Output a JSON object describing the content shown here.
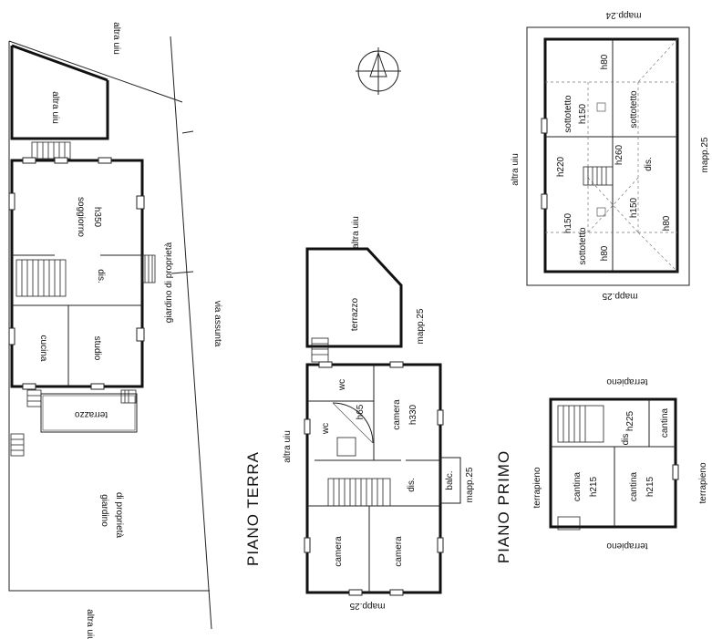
{
  "labels": {
    "altra_uiu": "altra uiu",
    "mapp24": "mapp.24",
    "mapp25": "mapp.25",
    "giardino_proprieta": "giardino di proprietà",
    "giardino": "giardino",
    "di_proprieta": "di proprietà",
    "via_assunta": "via assunta",
    "terrazzo": "terrazzo",
    "soggiorno": "soggiorno",
    "h350": "h350",
    "dis": "dis.",
    "dis_short": "dis",
    "cucina": "cucina",
    "studio": "studio",
    "piano_terra": "PIANO TERRA",
    "piano_primo": "PIANO PRIMO",
    "wc": "wc",
    "camera": "camera",
    "h330": "h330",
    "h65": "h65",
    "balc": "balc.",
    "sottotetto": "sottotetto",
    "h80": "h80",
    "h150": "h150",
    "h220": "h220",
    "h260": "h260",
    "terrapieno": "terrapieno",
    "cantina": "cantina",
    "h225": "h225",
    "h215": "h215"
  }
}
